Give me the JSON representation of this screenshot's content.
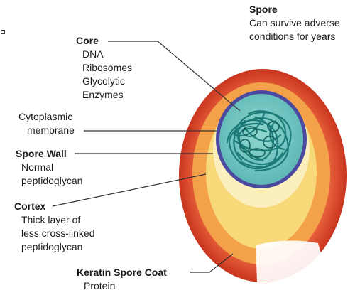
{
  "spore": {
    "title": "Spore",
    "line1": "Can survive adverse",
    "line2": "conditions for years"
  },
  "core": {
    "title": "Core",
    "items": [
      "DNA",
      "Ribosomes",
      "Glycolytic",
      "Enzymes"
    ]
  },
  "membrane": {
    "line1": "Cytoplasmic",
    "line2": "membrane"
  },
  "wall": {
    "title": "Spore Wall",
    "line1": "Normal",
    "line2": "peptidoglycan"
  },
  "cortex": {
    "title": "Cortex",
    "line1": "Thick layer of",
    "line2": "less cross-linked",
    "line3": "peptidoglycan"
  },
  "coat": {
    "title": "Keratin Spore Coat",
    "line1": "Protein"
  },
  "colors": {
    "outer_coat": "#d9472b",
    "cortex": "#f3a24a",
    "wall": "#f7d979",
    "inner_band": "#fbf0bd",
    "membrane": "#4b4aa0",
    "core": "#6fc3c0",
    "nucleoid": "#1e7c78",
    "leader": "#333333"
  }
}
